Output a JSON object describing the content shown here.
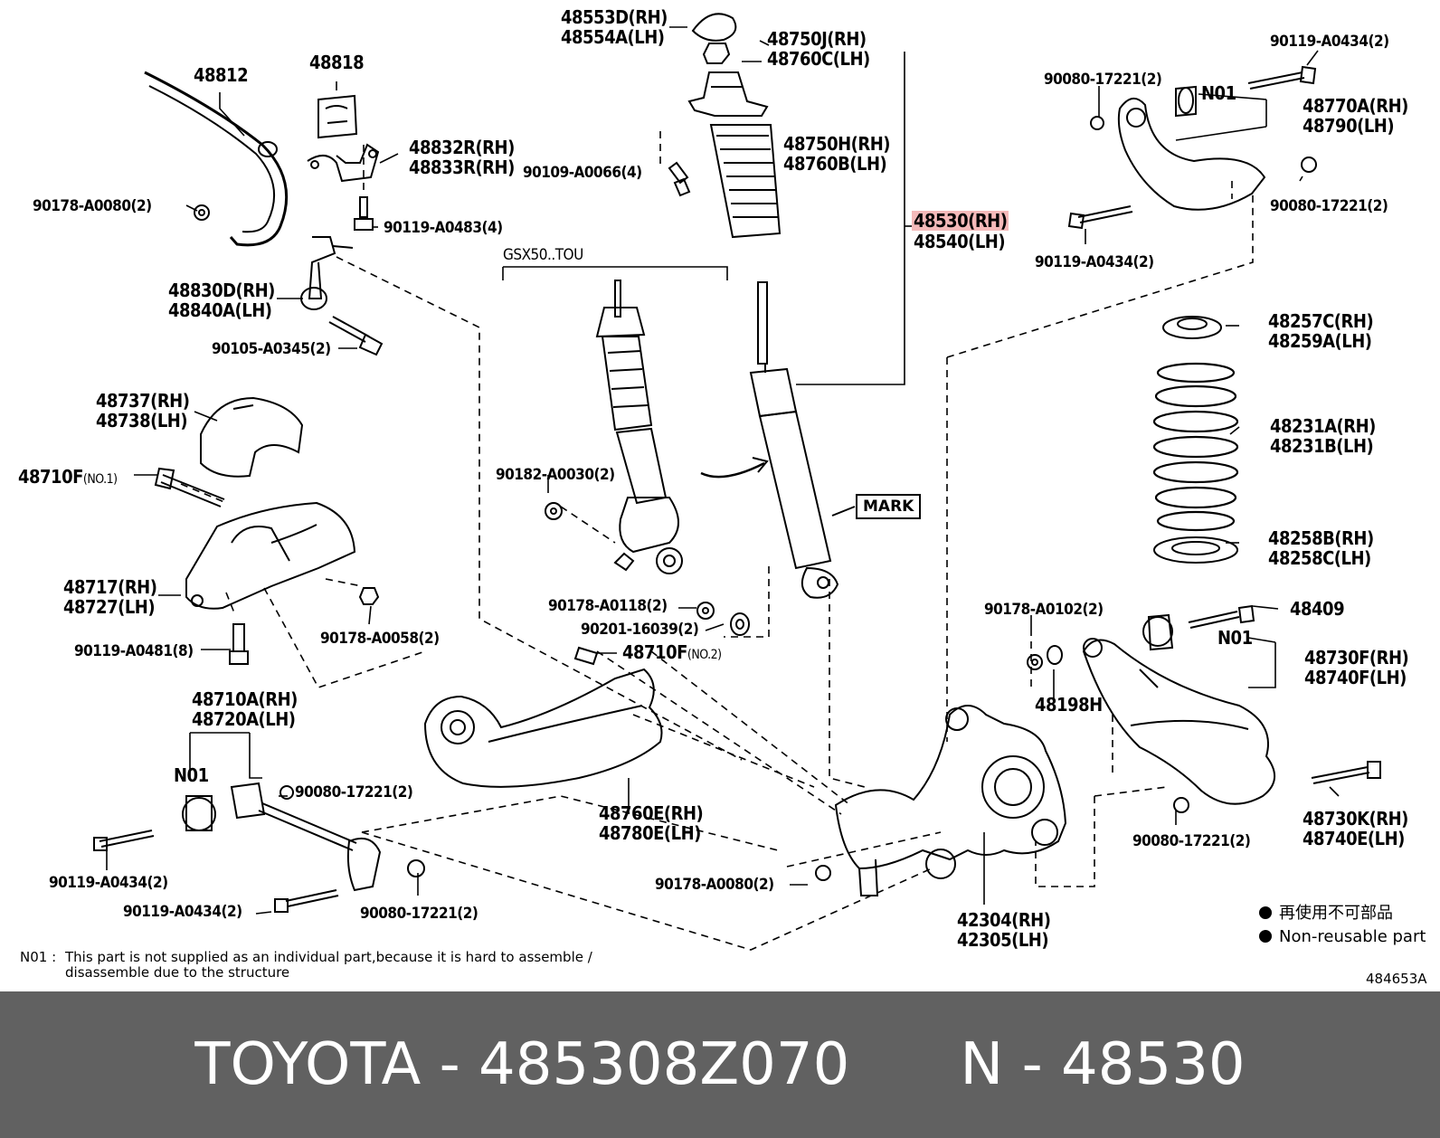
{
  "labels": {
    "l_48553": "48553D(RH)\n48554A(LH)",
    "l_48750j": "48750J(RH)\n48760C(LH)",
    "l_48812": "48812",
    "l_48818": "48818",
    "l_48832": "48832R(RH)\n48833R(RH)",
    "l_48750h": "48750H(RH)\n48760B(LH)",
    "l_90109": "90109-A0066(4)",
    "l_90178_80_top": "90178-A0080(2)",
    "l_90119_483": "90119-A0483(4)",
    "l_48530": "48530(RH)",
    "l_48540": "48540(LH)",
    "l_gsx": "GSX50..TOU",
    "l_48830": "48830D(RH)\n48840A(LH)",
    "l_90105": "90105-A0345(2)",
    "l_90119_434_tr": "90119-A0434(2)",
    "l_90080_tl": "90080-17221(2)",
    "l_n01_tr": "N01",
    "l_48770": "48770A(RH)\n48790(LH)",
    "l_90080_tr2": "90080-17221(2)",
    "l_90119_434_tr2": "90119-A0434(2)",
    "l_48257": "48257C(RH)\n48259A(LH)",
    "l_48231": "48231A(RH)\n48231B(LH)",
    "l_48258": "48258B(RH)\n48258C(LH)",
    "l_48737": "48737(RH)\n48738(LH)",
    "l_48710f1": "48710F",
    "l_48710f1_no": "(NO.1)",
    "l_90182": "90182-A0030(2)",
    "l_48717": "48717(RH)\n48727(LH)",
    "l_90178_58": "90178-A0058(2)",
    "l_90119_481": "90119-A0481(8)",
    "l_90178_118": "90178-A0118(2)",
    "l_90201": "90201-16039(2)",
    "l_48710f2": "48710F",
    "l_48710f2_no": "(NO.2)",
    "l_90178_102": "90178-A0102(2)",
    "l_48409": "48409",
    "l_n01_r": "N01",
    "l_48730f": "48730F(RH)\n48740F(LH)",
    "l_48198": "48198H",
    "l_48710a": "48710A(RH)\n48720A(LH)",
    "l_n01_l": "N01",
    "l_90080_bl": "90080-17221(2)",
    "l_48760e": "48760E(RH)\n48780E(LH)",
    "l_48730k": "48730K(RH)\n48740E(LH)",
    "l_90080_br": "90080-17221(2)",
    "l_90119_434_bl1": "90119-A0434(2)",
    "l_90119_434_bl2": "90119-A0434(2)",
    "l_90080_bl2": "90080-17221(2)",
    "l_90178_80_bot": "90178-A0080(2)",
    "l_42304": "42304(RH)\n42305(LH)"
  },
  "mark_label": "MARK",
  "note": {
    "prefix": "N01 :",
    "text": "This part is not supplied as an individual part,because it is hard to assemble /\ndisassemble due to the structure"
  },
  "legend": {
    "ja": "再使用不可部品",
    "en": "Non-reusable part"
  },
  "diagram_id": "484653A",
  "highlighted_part": "48530(RH)",
  "footer": {
    "text": "TOYOTA - 485308Z070      N - 48530"
  },
  "colors": {
    "highlight": "#f4b9b9",
    "footer_bg": "#616161",
    "footer_text": "#ffffff",
    "line": "#000000"
  }
}
